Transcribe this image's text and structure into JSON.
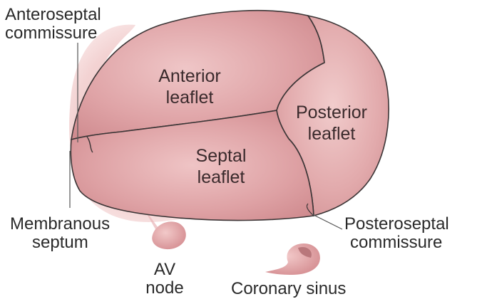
{
  "labels": {
    "anteroseptal": [
      "Anteroseptal",
      "commissure"
    ],
    "anterior_leaflet": [
      "Anterior",
      "leaflet"
    ],
    "posterior_leaflet": [
      "Posterior",
      "leaflet"
    ],
    "septal_leaflet": [
      "Septal",
      "leaflet"
    ],
    "membranous_septum": [
      "Membranous",
      "septum"
    ],
    "posteroseptal": [
      "Posteroseptal",
      "commissure"
    ],
    "av_node": [
      "AV",
      "node"
    ],
    "coronary_sinus": "Coronary sinus"
  },
  "colors": {
    "leaflet_fill": "#d9989c",
    "leaflet_light": "#ecc2c3",
    "halo": "#f0d0d0",
    "outline": "#3b3536",
    "text": "#2a2a2a"
  }
}
